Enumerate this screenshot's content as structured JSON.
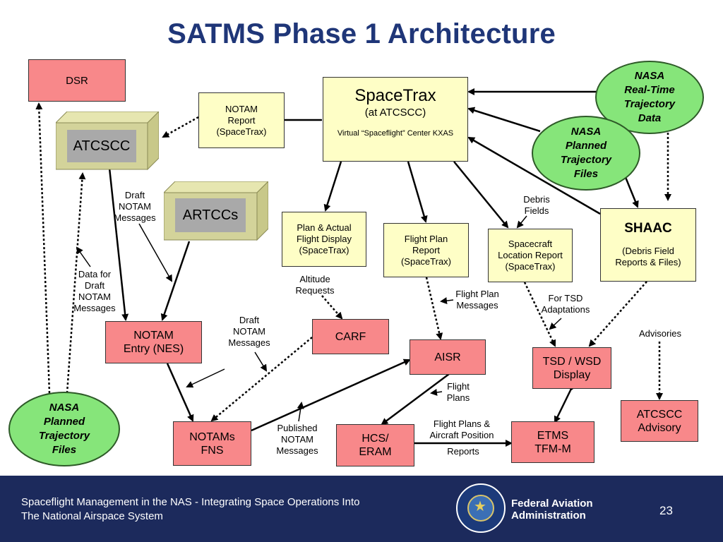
{
  "title": "SATMS Phase 1 Architecture",
  "nodes": {
    "dsr": "DSR",
    "notam_report": [
      "NOTAM",
      "Report",
      "(SpaceTrax)"
    ],
    "spacetrax": {
      "title": "SpaceTrax",
      "subtitle": "(at ATCSCC)",
      "note": "Virtual “Spaceflight” Center KXAS"
    },
    "atcscc": "ATCSCC",
    "artccs": "ARTCCs",
    "plan_actual": [
      "Plan & Actual",
      "Flight Display",
      "(SpaceTrax)"
    ],
    "flight_plan_report": [
      "Flight Plan",
      "Report",
      "(SpaceTrax)"
    ],
    "spacecraft_location": [
      "Spacecraft",
      "Location Report",
      "(SpaceTrax)"
    ],
    "shaac": {
      "title": "SHAAC",
      "subtitle": [
        "(Debris Field",
        "Reports & Files)"
      ]
    },
    "notam_entry": [
      "NOTAM",
      "Entry (NES)"
    ],
    "carf": "CARF",
    "aisr": "AISR",
    "tsd_wsd": [
      "TSD / WSD",
      "Display"
    ],
    "atcscc_advisory": [
      "ATCSCC",
      "Advisory"
    ],
    "notams_fns": [
      "NOTAMs",
      "FNS"
    ],
    "hcs_eram": [
      "HCS/",
      "ERAM"
    ],
    "etms": [
      "ETMS",
      "TFM-M"
    ]
  },
  "ovals": {
    "realtime": [
      "NASA",
      "Real-Time",
      "Trajectory",
      "Data"
    ],
    "planned_right": [
      "NASA",
      "Planned",
      "Trajectory",
      "Files"
    ],
    "planned_left": [
      "NASA",
      "Planned",
      "Trajectory",
      "Files"
    ]
  },
  "labels": {
    "draft_notam_1": [
      "Draft",
      "NOTAM",
      "Messages"
    ],
    "data_for_draft": [
      "Data for",
      "Draft",
      "NOTAM",
      "Messages"
    ],
    "altitude_requests": [
      "Altitude",
      "Requests"
    ],
    "draft_notam_2": [
      "Draft",
      "NOTAM",
      "Messages"
    ],
    "debris_fields": [
      "Debris",
      "Fields"
    ],
    "flight_plan_messages": [
      "Flight Plan",
      "Messages"
    ],
    "for_tsd": [
      "For TSD",
      "Adaptations"
    ],
    "advisories": "Advisories",
    "flight_plans": [
      "Flight",
      "Plans"
    ],
    "published_notam": [
      "Published",
      "NOTAM",
      "Messages"
    ],
    "flight_plans_aircraft": [
      "Flight Plans &",
      "Aircraft Position"
    ],
    "reports": "Reports"
  },
  "footer": {
    "text": [
      "Spaceflight Management in the NAS - Integrating Space Operations Into",
      "The National Airspace System"
    ],
    "org": [
      "Federal Aviation",
      "Administration"
    ],
    "page": "23"
  },
  "colors": {
    "title": "#1f3678",
    "red_box": "#f8888a",
    "yellow_box": "#fefec6",
    "green_oval": "#86e57a",
    "footer": "#1c2a5c"
  }
}
